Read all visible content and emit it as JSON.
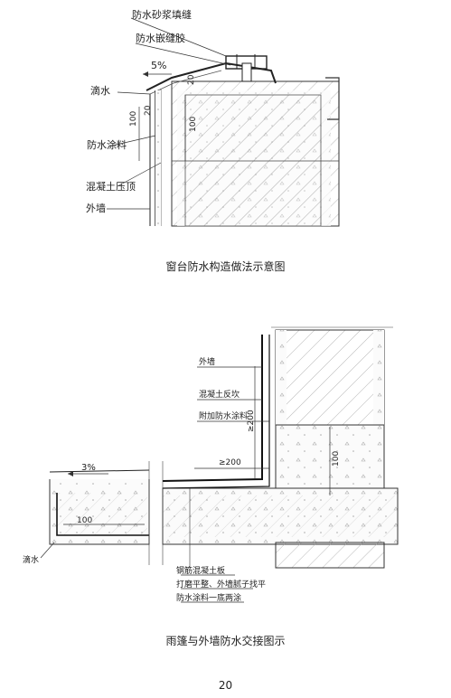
{
  "figure1": {
    "caption": "窗台防水构造做法示意图",
    "labels": {
      "mortar_fill": "防水砂浆填缝",
      "sealant": "防水嵌缝胶",
      "drip": "滴水",
      "coating": "防水涂料",
      "concrete_coping": "混凝土压顶",
      "exterior_wall": "外墙"
    },
    "dims": {
      "slope": "5%",
      "d20": "20",
      "d100a": "100",
      "d100b": "100",
      "d20b": "20"
    }
  },
  "figure2": {
    "caption": "雨篷与外墙防水交接图示",
    "labels": {
      "exterior_wall": "外墙",
      "concrete_curb": "混凝土反坎",
      "extra_coating": "附加防水涂料",
      "drip": "滴水",
      "layer1": "钢筋混凝土板",
      "layer2": "打磨平整、外墙腻子找平",
      "layer3": "防水涂料一底两涂"
    },
    "dims": {
      "slope": "3%",
      "ge200a": "≥200",
      "ge200b": "≥200",
      "d100": "100",
      "d100b": "100"
    }
  },
  "page_number": "20"
}
